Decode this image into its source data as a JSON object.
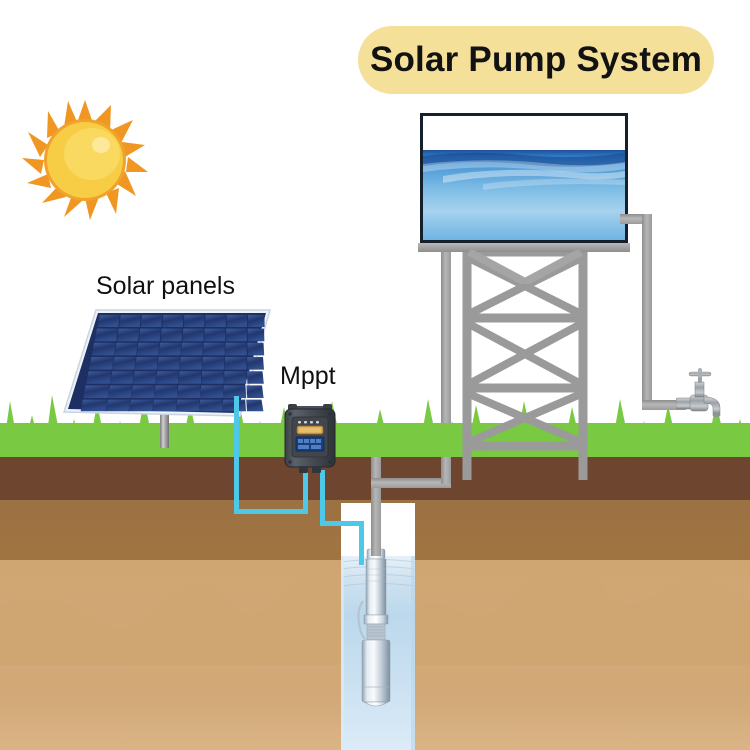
{
  "title": {
    "text": "Solar Pump System",
    "badge_color": "#f5e09a",
    "text_color": "#121212"
  },
  "labels": {
    "solar_panels": "Solar panels",
    "mppt": "Mppt"
  },
  "components": {
    "sun": {
      "name": "sun",
      "core_color": "#f6c33c",
      "ray_color": "#ef9722"
    },
    "solar_panel": {
      "name": "solar-panel-array",
      "cell_color": "#2a4a8c",
      "frame_color": "#e8edf4",
      "columns": 8,
      "rows": 7,
      "mount_color": "#9a9a9a"
    },
    "mppt_controller": {
      "name": "mppt-charge-controller",
      "body_color": "#4a4f55",
      "display_color": "#d8a64e",
      "lcd_color": "#1b3d7a"
    },
    "water_tank": {
      "name": "elevated-water-tank",
      "border_color": "#15202b",
      "water_color": "#4e9ad6",
      "air_gap": true
    },
    "tower": {
      "name": "tank-support-tower",
      "color": "#9a9a9a",
      "bays": 3,
      "bracing": "x-brace"
    },
    "faucet": {
      "name": "outlet-faucet",
      "color": "#9b9fa3",
      "handle": "cross-handle"
    },
    "pump": {
      "name": "submersible-pump",
      "color": "#c9d3dc",
      "location": "borewell"
    },
    "well": {
      "name": "borewell-shaft",
      "water_color": "#bcd8ec"
    }
  },
  "connections": {
    "panel_to_mppt": {
      "name": "dc-cable-panel-to-mppt",
      "color": "#4ec8e8"
    },
    "mppt_to_pump": {
      "name": "dc-cable-mppt-to-pump",
      "color": "#4ec8e8"
    },
    "pump_to_tank": {
      "name": "water-pipe-pump-to-tank",
      "color": "#a8a8a8"
    },
    "tank_to_faucet": {
      "name": "water-pipe-tank-to-faucet",
      "color": "#a8a8a8"
    }
  },
  "ground": {
    "grass_color": "#7ac943",
    "topsoil_color": "#6e4630",
    "subsoil_color": "#a5783f",
    "sand_color": "#cfa572"
  }
}
